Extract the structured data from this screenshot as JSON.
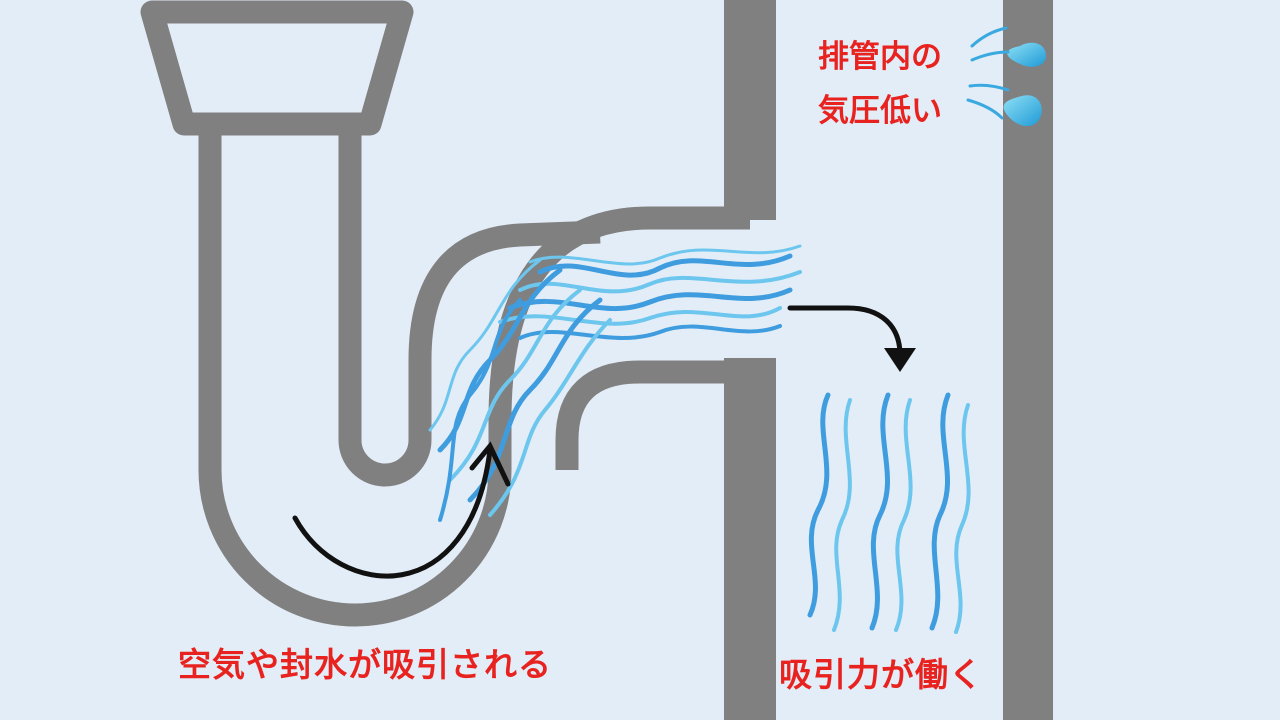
{
  "labels": {
    "siphon": "空気や封水が吸引される",
    "suction": "吸引力が働く",
    "pressure_line1": "排管内の",
    "pressure_line2": "気圧低い"
  },
  "colors": {
    "background": "#e3edf7",
    "pipe": "#808080",
    "water_dark": "#3f9ddf",
    "water_light": "#6cc6ee",
    "label": "#e8231f",
    "arrow": "#111111"
  },
  "icons": {
    "sweat_droplets": "sweat-droplets-icon",
    "curved_arrow_up": "curved-arrow-up-icon",
    "curved_arrow_down": "curved-arrow-down-icon"
  }
}
